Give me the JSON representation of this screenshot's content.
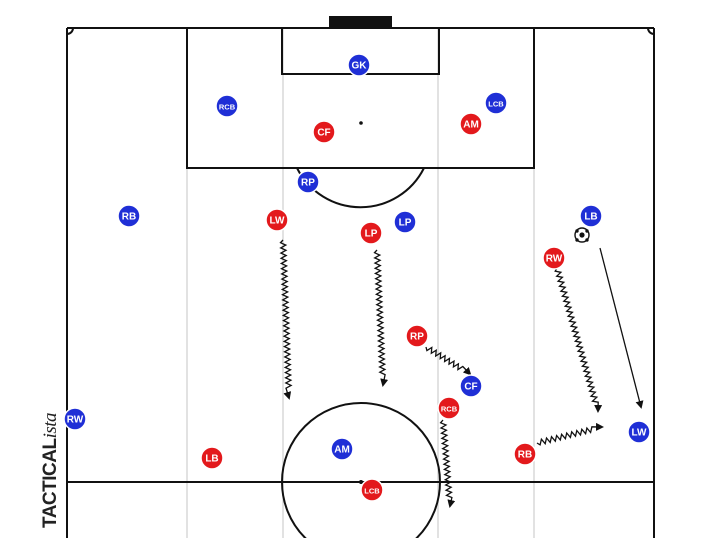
{
  "brand": {
    "part1": "TACTICAL",
    "part2": "ista"
  },
  "colors": {
    "blue": "#1f2fd6",
    "red": "#e3191c",
    "line": "#111111",
    "lane": "#cccccc"
  },
  "players": {
    "blue": [
      {
        "id": "b-gk",
        "label": "GK"
      },
      {
        "id": "b-rcb",
        "label": "RCB"
      },
      {
        "id": "b-lcb",
        "label": "LCB"
      },
      {
        "id": "b-rp",
        "label": "RP"
      },
      {
        "id": "b-rb",
        "label": "RB"
      },
      {
        "id": "b-lp",
        "label": "LP"
      },
      {
        "id": "b-lb",
        "label": "LB"
      },
      {
        "id": "b-cf",
        "label": "CF"
      },
      {
        "id": "b-rw",
        "label": "RW"
      },
      {
        "id": "b-am",
        "label": "AM"
      },
      {
        "id": "b-lw",
        "label": "LW"
      }
    ],
    "red": [
      {
        "id": "r-cf",
        "label": "CF"
      },
      {
        "id": "r-am",
        "label": "AM"
      },
      {
        "id": "r-lw",
        "label": "LW"
      },
      {
        "id": "r-lp",
        "label": "LP"
      },
      {
        "id": "r-rw",
        "label": "RW"
      },
      {
        "id": "r-rp",
        "label": "RP"
      },
      {
        "id": "r-rcb",
        "label": "RCB"
      },
      {
        "id": "r-lb",
        "label": "LB"
      },
      {
        "id": "r-rb",
        "label": "RB"
      },
      {
        "id": "r-lcb",
        "label": "LCB"
      }
    ]
  },
  "ball": {
    "icon": "football-icon"
  },
  "movements": [
    {
      "id": "run-lw",
      "kind": "dribble"
    },
    {
      "id": "run-lp",
      "kind": "dribble"
    },
    {
      "id": "run-rp",
      "kind": "dribble"
    },
    {
      "id": "run-rw",
      "kind": "dribble"
    },
    {
      "id": "run-rcb",
      "kind": "dribble"
    },
    {
      "id": "run-rb",
      "kind": "dribble"
    },
    {
      "id": "pass-lb-lw",
      "kind": "pass"
    }
  ]
}
